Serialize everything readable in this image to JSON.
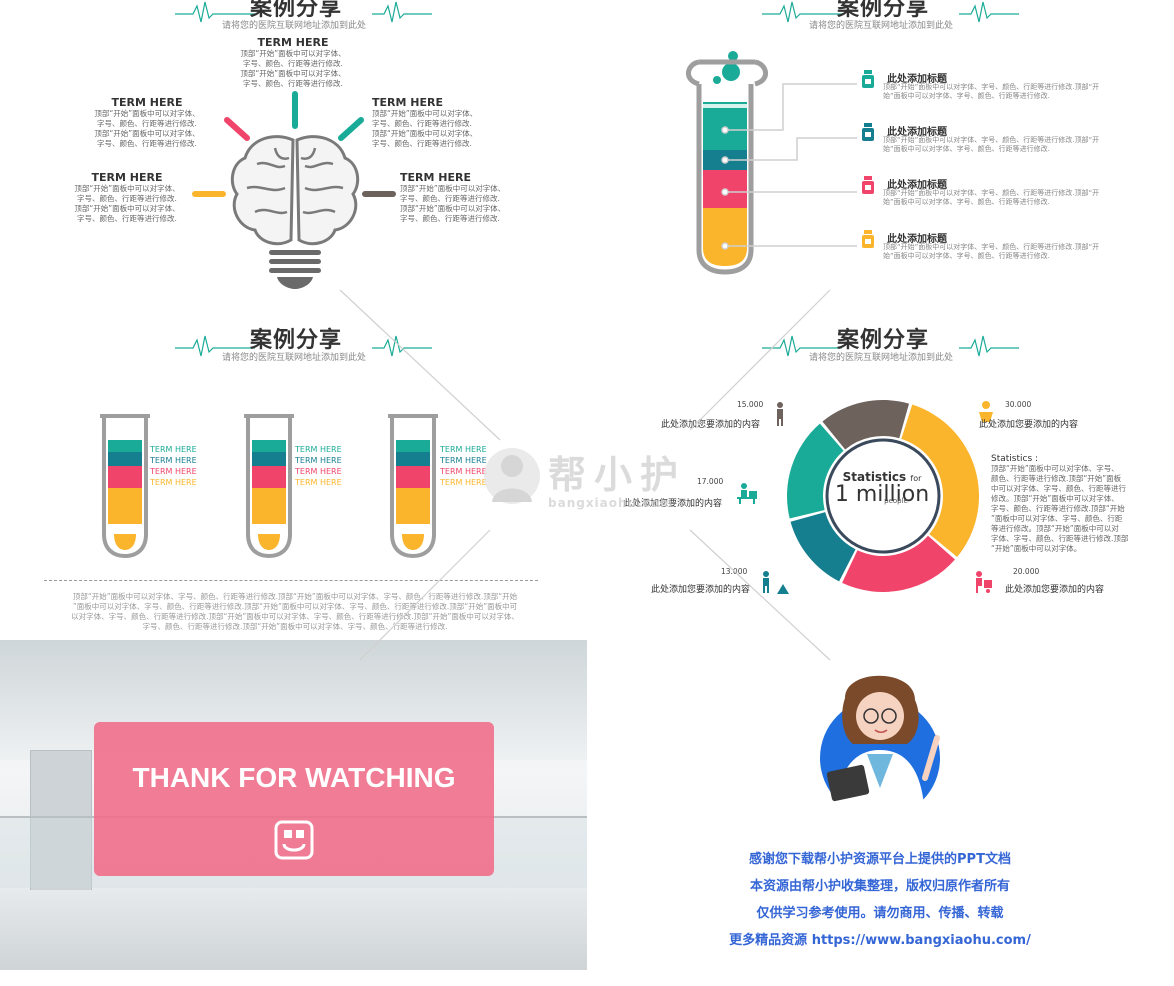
{
  "slides": {
    "brain": {
      "title": "案例分享",
      "subtitle": "请将您的医院互联网地址添加到此处",
      "terms": [
        {
          "title": "TERM HERE",
          "lines": [
            "顶部“开始”面板中可以对字体、",
            "字号、颜色、行距等进行修改.",
            "顶部“开始”面板中可以对字体、",
            "字号、颜色、行距等进行修改."
          ]
        },
        {
          "title": "TERM HERE",
          "lines": [
            "顶部“开始”面板中可以对字体、",
            "字号、颜色、行距等进行修改.",
            "顶部“开始”面板中可以对字体、",
            "字号、颜色、行距等进行修改."
          ]
        },
        {
          "title": "TERM HERE",
          "lines": [
            "顶部“开始”面板中可以对字体、",
            "字号、颜色、行距等进行修改.",
            "顶部“开始”面板中可以对字体、",
            "字号、颜色、行距等进行修改."
          ]
        },
        {
          "title": "TERM HERE",
          "lines": [
            "顶部“开始”面板中可以对字体、",
            "字号、颜色、行距等进行修改.",
            "顶部“开始”面板中可以对字体、",
            "字号、颜色、行距等进行修改."
          ]
        },
        {
          "title": "TERM HERE",
          "lines": [
            "顶部“开始”面板中可以对字体、",
            "字号、颜色、行距等进行修改.",
            "顶部“开始”面板中可以对字体、",
            "字号、颜色、行距等进行修改."
          ]
        }
      ]
    },
    "tube": {
      "title": "案例分享",
      "subtitle": "请将您的医院互联网地址添加到此处",
      "items": [
        {
          "title": "此处添加标题",
          "desc1": "顶部“开始”面板中可以对字体、字号、颜色、行距等进行修改.顶部“开",
          "desc2": "始”面板中可以对字体、字号、颜色、行距等进行修改."
        },
        {
          "title": "此处添加标题",
          "desc1": "顶部“开始”面板中可以对字体、字号、颜色、行距等进行修改.顶部“开",
          "desc2": "始”面板中可以对字体、字号、颜色、行距等进行修改."
        },
        {
          "title": "此处添加标题",
          "desc1": "顶部“开始”面板中可以对字体、字号、颜色、行距等进行修改.顶部“开",
          "desc2": "始”面板中可以对字体、字号、颜色、行距等进行修改."
        },
        {
          "title": "此处添加标题",
          "desc1": "顶部“开始”面板中可以对字体、字号、颜色、行距等进行修改.顶部“开",
          "desc2": "始”面板中可以对字体、字号、颜色、行距等进行修改."
        }
      ]
    },
    "tubes3": {
      "title": "案例分享",
      "subtitle": "请将您的医院互联网地址添加到此处",
      "legend": [
        "TERM HERE",
        "TERM HERE",
        "TERM HERE",
        "TERM HERE"
      ],
      "paragraph": [
        "顶部“开始”面板中可以对字体、字号、颜色、行距等进行修改.顶部“开始”面板中可以对字体、字号、颜色、行距等进行修改.顶部“开始",
        "”面板中可以对字体、字号、颜色、行距等进行修改.顶部“开始”面板中可以对字体、字号、颜色、行距等进行修改.顶部“开始”面板中可",
        "以对字体、字号、颜色、行距等进行修改.顶部“开始”面板中可以对字体、字号、颜色、行距等进行修改.顶部“开始”面板中可以对字体、",
        "字号、颜色、行距等进行修改.顶部“开始”面板中可以对字体、字号、颜色、行距等进行修改."
      ]
    },
    "donut": {
      "title": "案例分享",
      "subtitle": "请将您的医院互联网地址添加到此处",
      "center_line1": "Statistics",
      "center_for": "for",
      "center_big": "1 million",
      "center_people": "people",
      "stats": [
        {
          "value": "15.000",
          "label": "此处添加您要添加的内容"
        },
        {
          "value": "30.000",
          "label": "此处添加您要添加的内容"
        },
        {
          "value": "17.000",
          "label": "此处添加您要添加的内容"
        },
        {
          "value": "13.000",
          "label": "此处添加您要添加的内容"
        },
        {
          "value": "20.000",
          "label": "此处添加您要添加的内容"
        }
      ],
      "side_title": "Statistics :",
      "side_text": [
        "顶部“开始”面板中可以对字体、字号、",
        "颜色、行距等进行修改.顶部“开始”面板",
        "中可以对字体、字号、颜色、行距等进行",
        "修改。顶部“开始”面板中可以对字体、",
        "字号、颜色、行距等进行修改.顶部“开始",
        "”面板中可以对字体、字号、颜色、行距",
        "等进行修改。顶部“开始”面板中可以对",
        "字体、字号、颜色、行距等进行修改.顶部",
        "“开始”面板中可以对字体。"
      ]
    },
    "thanks": {
      "text": "THANK FOR WATCHING"
    }
  },
  "watermark": {
    "brand": "帮小护",
    "domain": "bangxiaohu.com"
  },
  "credits": {
    "lines": [
      "感谢您下载帮小护资源平台上提供的PPT文档",
      "本资源由帮小护收集整理，版权归原作者所有",
      "仅供学习参考使用。请勿商用、传播、转载",
      "更多精品资源 https://www.bangxiaohu.com/"
    ]
  },
  "colors": {
    "teal": "#1aab98",
    "darkteal": "#167f8f",
    "pink": "#f0446a",
    "yellow": "#fbb52c",
    "brown": "#6e625c",
    "blue": "#3566d6",
    "thankbox": "#f06b88"
  },
  "chart_data": {
    "type": "pie",
    "categories": [
      "15.000",
      "30.000",
      "20.000",
      "13.000",
      "17.000"
    ],
    "values": [
      15000,
      30000,
      20000,
      13000,
      17000
    ],
    "title": "Statistics for 1 million people"
  }
}
